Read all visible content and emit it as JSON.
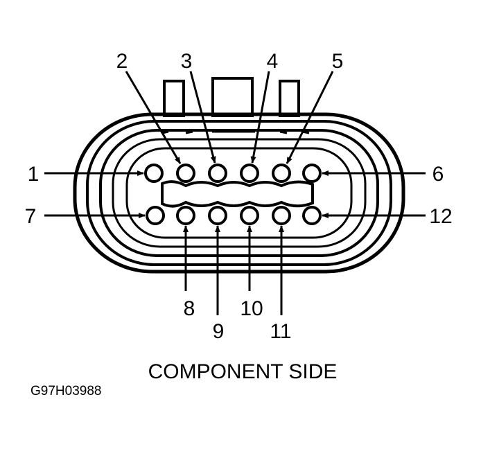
{
  "caption": "COMPONENT SIDE",
  "figure_code": "G97H03988",
  "pins": [
    "1",
    "2",
    "3",
    "4",
    "5",
    "6",
    "7",
    "8",
    "9",
    "10",
    "11",
    "12"
  ],
  "colors": {
    "ink": "#000000",
    "paper": "#ffffff"
  }
}
